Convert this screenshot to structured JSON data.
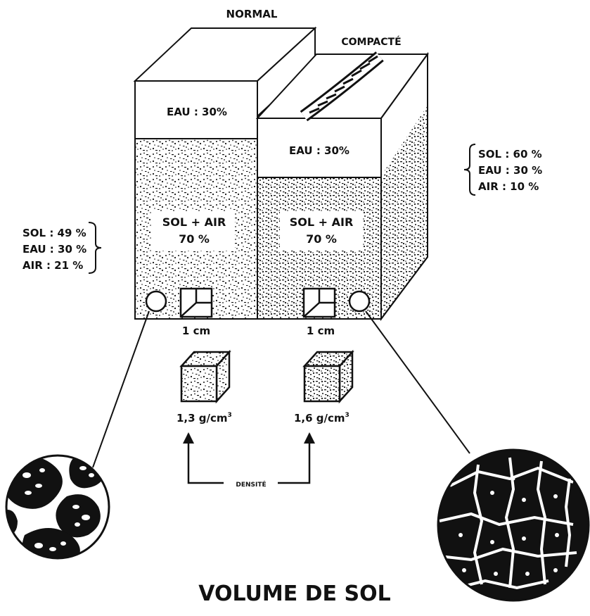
{
  "title": "VOLUME DE SOL",
  "normal": {
    "label": "NORMAL",
    "water": "EAU : 30%",
    "solids_line1": "SOL + AIR",
    "solids_line2": "70 %",
    "scale": "1 cm",
    "density": "1,3 g/cm",
    "density_exp": "3",
    "composition": [
      "SOL :  49 %",
      "EAU :  30 %",
      "AIR  :  21 %"
    ]
  },
  "compacted": {
    "label": "COMPACTÉ",
    "water": "EAU : 30%",
    "solids_line1": "SOL + AIR",
    "solids_line2": "70 %",
    "scale": "1 cm",
    "density": "1,6 g/cm",
    "density_exp": "3",
    "composition": [
      "SOL :  60 %",
      "EAU :  30 %",
      "AIR  :  10 %"
    ]
  },
  "density_label": "DENSITÉ",
  "colors": {
    "ink": "#111111",
    "paper": "#ffffff"
  }
}
